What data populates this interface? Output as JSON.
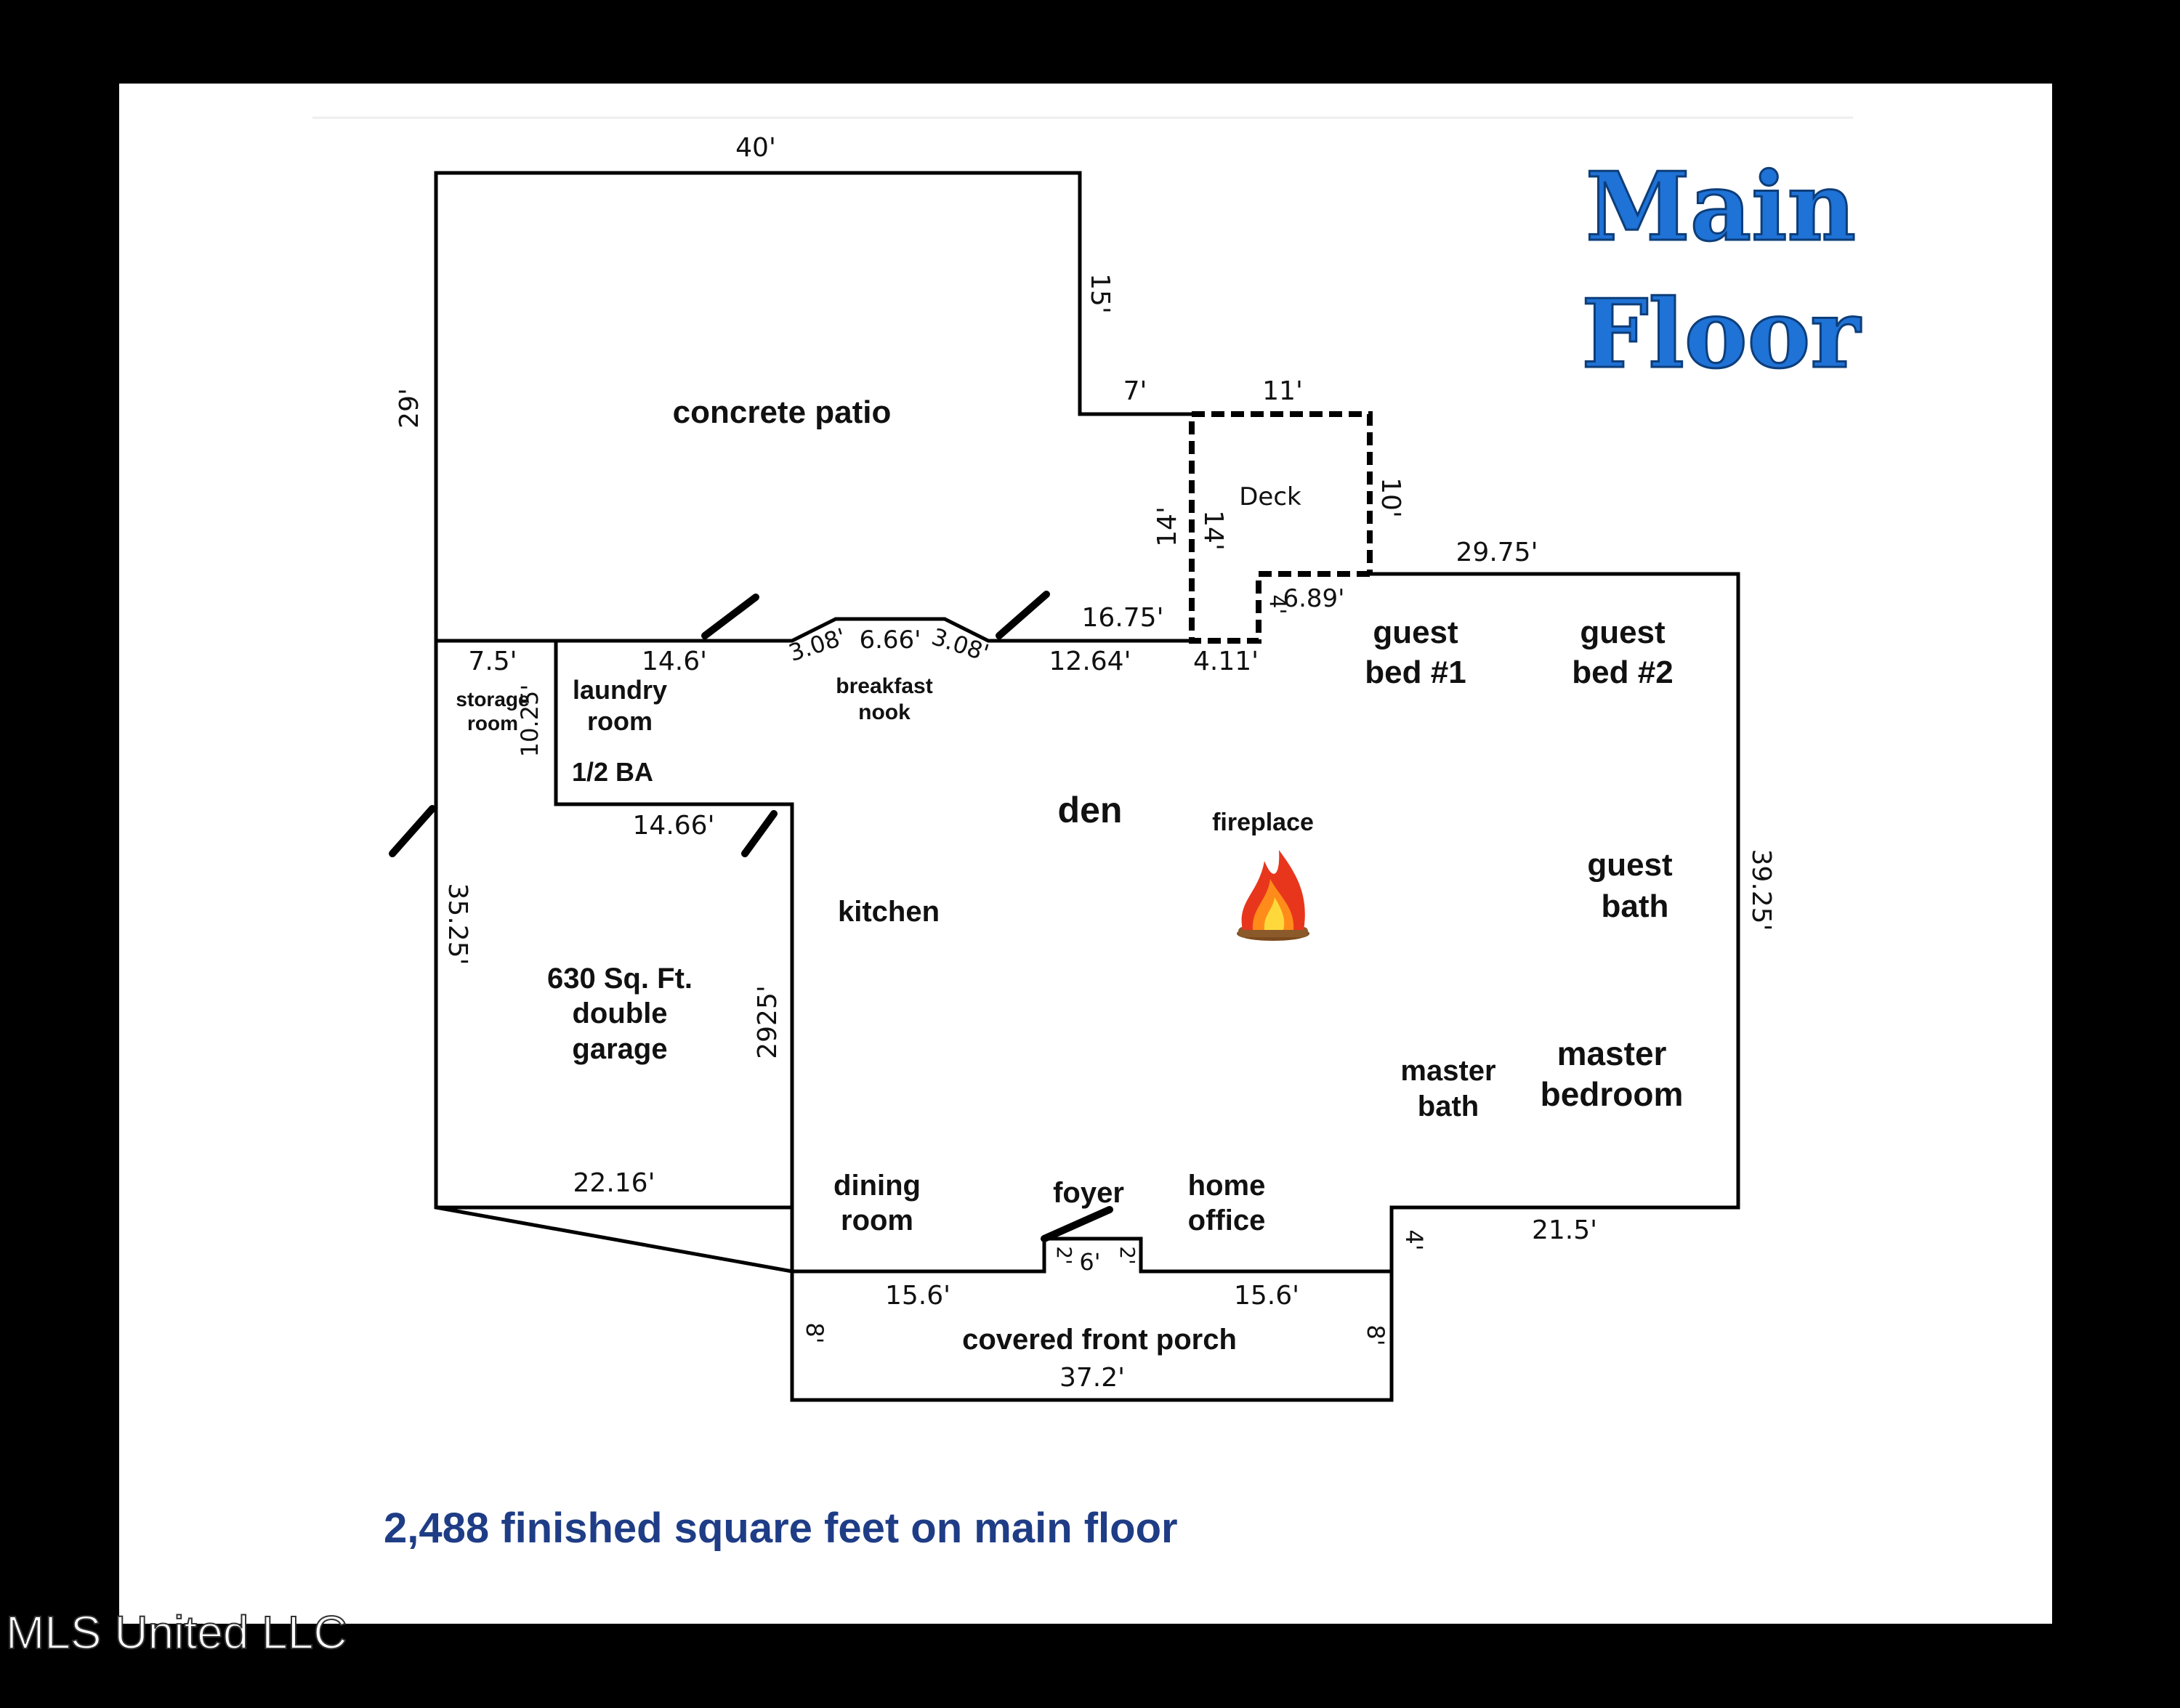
{
  "heading": {
    "line1": "Main",
    "line2": "Floor"
  },
  "rooms": {
    "concrete_patio": "concrete patio",
    "deck": "Deck",
    "guest_bed_1": [
      "guest",
      "bed #1"
    ],
    "guest_bed_2": [
      "guest",
      "bed #2"
    ],
    "storage_room": [
      "storage",
      "room"
    ],
    "laundry_room": [
      "laundry",
      "room"
    ],
    "half_bath": "1/2 BA",
    "breakfast_nook": [
      "breakfast",
      "nook"
    ],
    "den": "den",
    "fireplace": "fireplace",
    "kitchen": "kitchen",
    "guest_bath": [
      "guest",
      "bath"
    ],
    "garage": [
      "630 Sq. Ft.",
      "double",
      "garage"
    ],
    "master_bath": [
      "master",
      "bath"
    ],
    "master_bedroom": [
      "master",
      "bedroom"
    ],
    "dining_room": [
      "dining",
      "room"
    ],
    "foyer": "foyer",
    "home_office": [
      "home",
      "office"
    ],
    "covered_front_porch": "covered front porch"
  },
  "dimensions": {
    "patio_top": "40'",
    "patio_right": "15'",
    "patio_left": "29'",
    "patio_step": "7'",
    "deck_top": "11'",
    "deck_right": "10'",
    "deck_left_outer": "14'",
    "deck_left_inner": "14'",
    "deck_step": "4'",
    "deck_bottom": "6.89'",
    "house_top_right": "29.75'",
    "house_right": "39.25'",
    "patio_bottom": "16.75'",
    "wall_1264": "12.64'",
    "wall_411": "4.11'",
    "storage_width": "7.5'",
    "storage_side": "10.25'",
    "laundry_top": "14.6'",
    "nook_left": "3.08'",
    "nook_mid": "6.66'",
    "nook_right": "3.08'",
    "laundry_bottom": "14.66'",
    "garage_side": "35.25'",
    "kitchen_side": "2925'",
    "garage_bottom": "22.16'",
    "master_step": "4'",
    "master_bottom": "21.5'",
    "foyer_left": "2'",
    "foyer_mid": "6'",
    "foyer_right": "2'",
    "porch_top_left": "15.6'",
    "porch_top_right": "15.6'",
    "porch_left": "8'",
    "porch_right": "8'",
    "porch_bottom": "37.2'"
  },
  "fireplace_icon": "fire-emoji",
  "footer": "2,488 finished square feet on main floor",
  "watermark": "MLS United LLC",
  "colors": {
    "heading": "#1f72d6",
    "footer": "#1f3d86",
    "background": "#000000",
    "card": "#ffffff"
  }
}
